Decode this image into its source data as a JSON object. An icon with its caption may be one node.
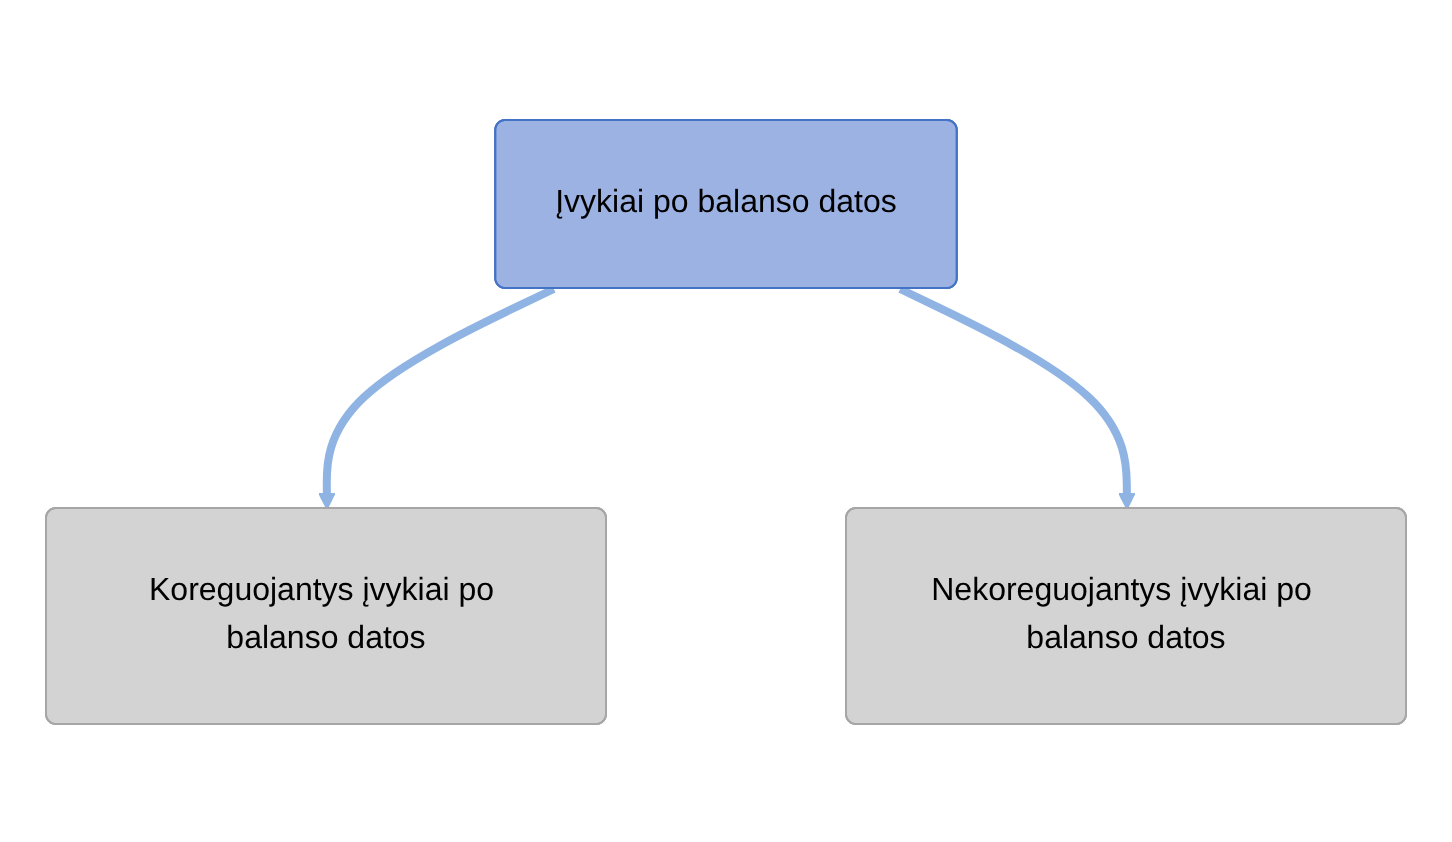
{
  "diagram": {
    "nodes": [
      {
        "text": [
          "Įvykiai po balanso datos"
        ]
      },
      {
        "text": [
          "Koreguojantys įvykiai po balanso datos"
        ]
      },
      {
        "text": [
          "Nekoreguojantys įvykiai po balanso datos"
        ]
      }
    ],
    "edges": [
      {
        "from": 0,
        "to": 1,
        "arrow": "to"
      },
      {
        "from": 0,
        "to": 2,
        "arrow": "to"
      }
    ]
  }
}
